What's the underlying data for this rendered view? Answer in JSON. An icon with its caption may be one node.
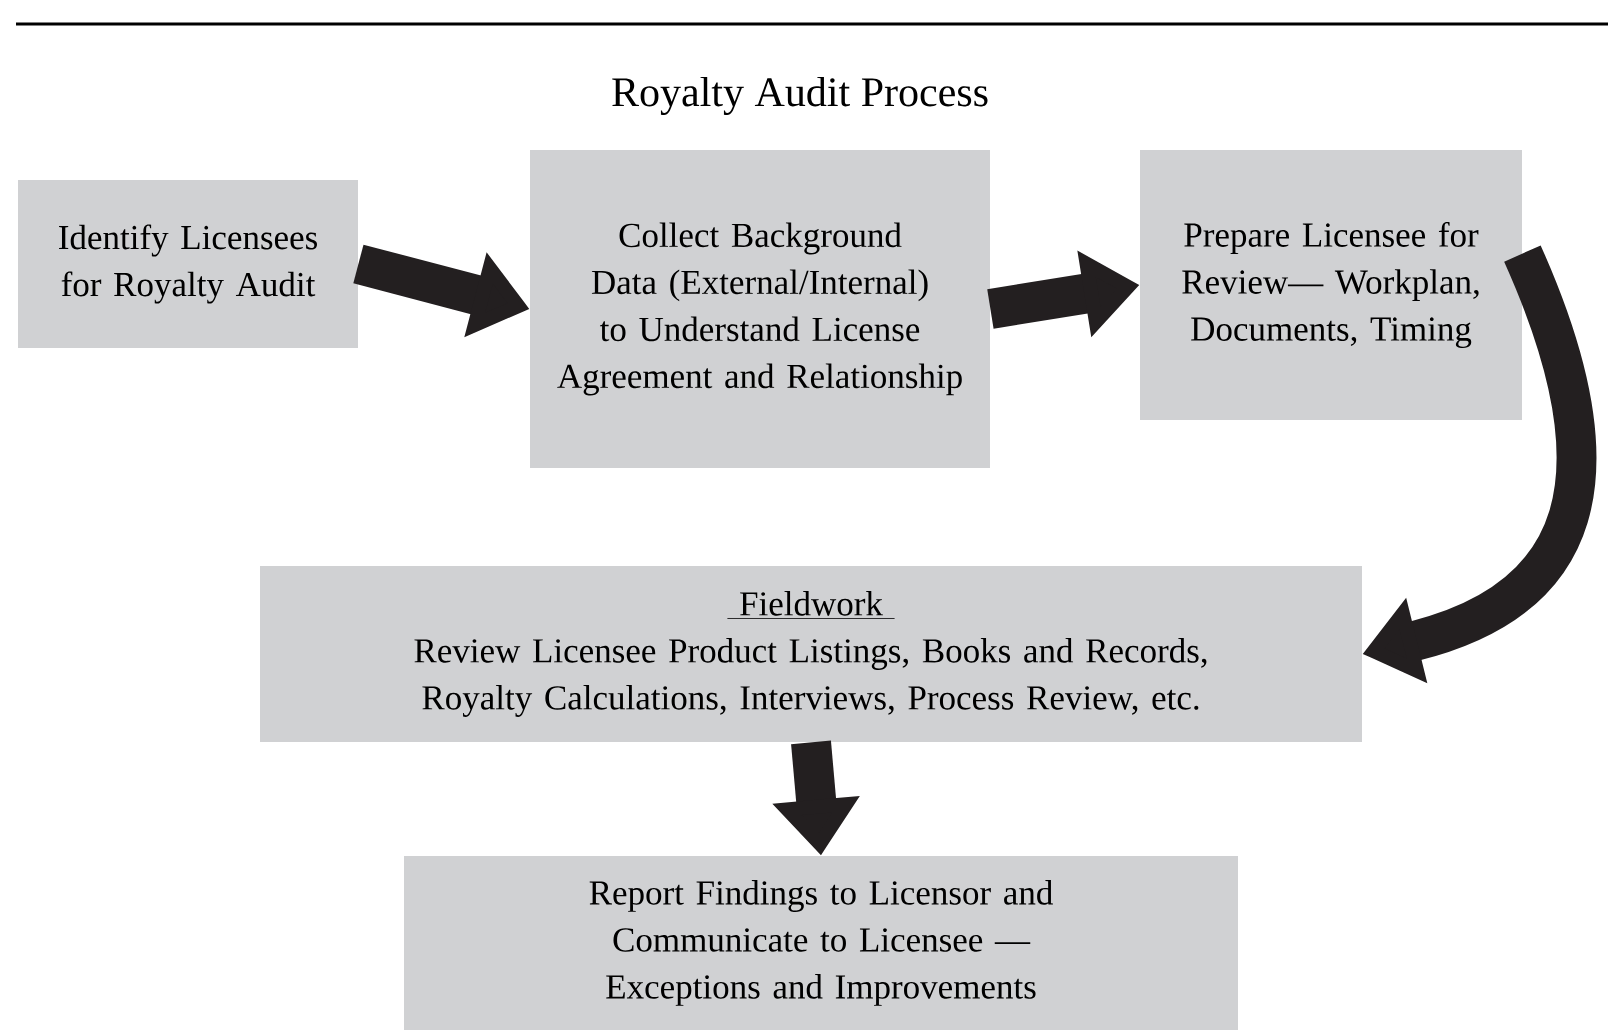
{
  "diagram": {
    "title": "Royalty Audit Process",
    "nodes": [
      {
        "text": [
          "Identify Licensees for Royalty Audit"
        ]
      },
      {
        "text": [
          "Collect Background Data (External/Internal) to Understand License Agreement and Relationship"
        ]
      },
      {
        "text": [
          "Prepare Licensee for Review— Workplan, Documents, Timing"
        ]
      },
      {
        "text": [
          "Fieldwork",
          "Review Licensee Product Listings, Books and Records, Royalty Calculations, Interviews, Process Review, etc."
        ]
      },
      {
        "text": [
          "Report Findings to Licensor and Communicate to Licensee — Exceptions and Improvements"
        ]
      }
    ],
    "edges": [
      {
        "from": 0,
        "to": 1,
        "arrow": "to"
      },
      {
        "from": 1,
        "to": 2,
        "arrow": "to"
      },
      {
        "from": 2,
        "to": 3,
        "arrow": "to"
      },
      {
        "from": 3,
        "to": 4,
        "arrow": "to"
      }
    ]
  }
}
